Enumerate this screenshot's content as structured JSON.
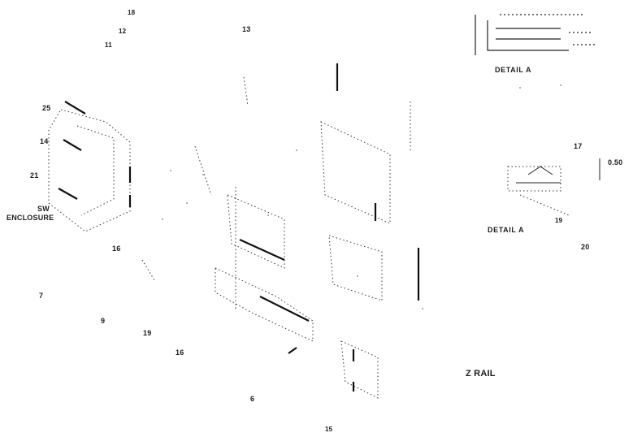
{
  "labels": {
    "n18_top": "18",
    "n12_top": "12",
    "n11_top": "11",
    "n13_top": "13",
    "n25": "25",
    "n14": "14",
    "n21": "21",
    "sw_enclosure_line1": "SW",
    "sw_enclosure_line2": "ENCLOSURE",
    "n16_mid": "16",
    "n7": "7",
    "n9": "9",
    "n19": "19",
    "n16_low": "16",
    "n6": "6",
    "n15": "15",
    "n17": "17",
    "n050": "0.50",
    "n20": "20",
    "n19_detail": "19",
    "detail_a_top": "DETAIL A",
    "detail_a_bottom": "DETAIL A",
    "z_rail": "Z RAIL"
  }
}
